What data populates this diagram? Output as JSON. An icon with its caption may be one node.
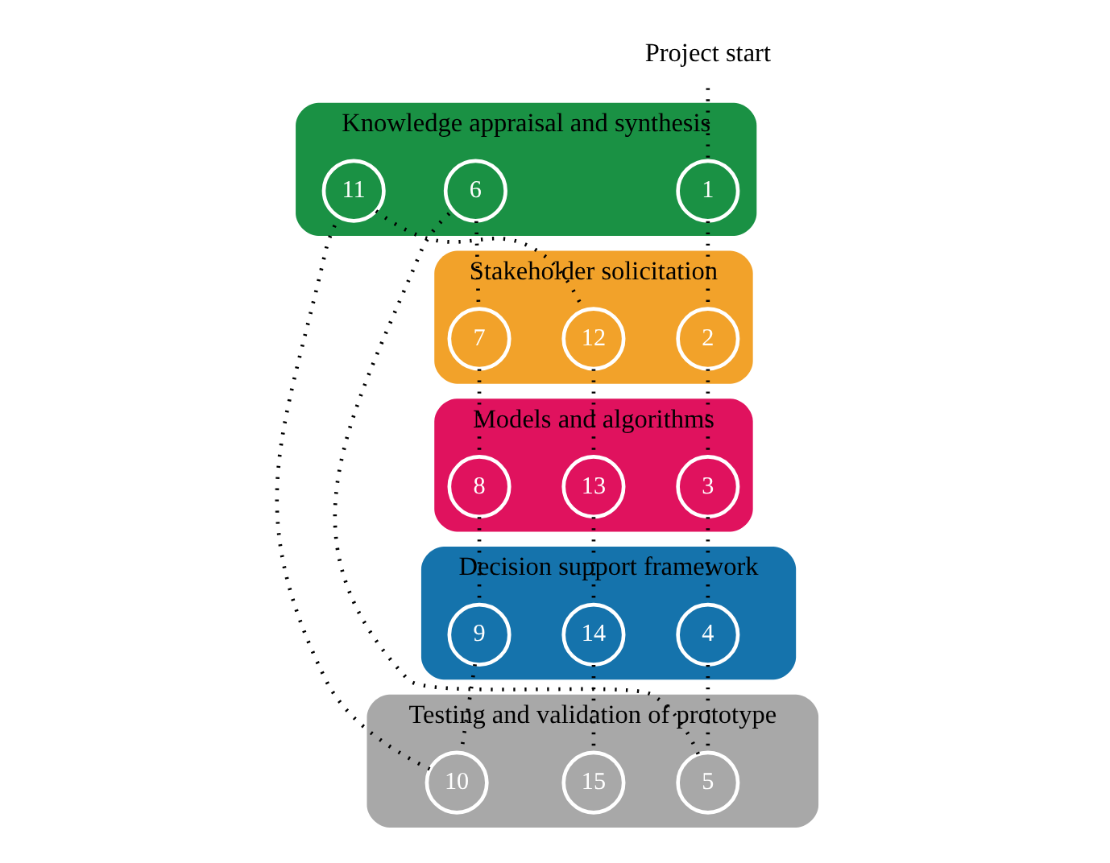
{
  "diagram": {
    "nodes": [
      {
        "text": [
          "Models and algorithms"
        ]
      },
      {
        "text": [
          "13"
        ],
        "in": 0
      },
      {
        "text": [
          "8"
        ],
        "in": 0
      },
      {
        "text": [
          "3"
        ],
        "in": 0
      },
      {
        "text": [
          "Decision support framework"
        ]
      },
      {
        "text": [
          "14"
        ],
        "in": 4
      },
      {
        "text": [
          "9"
        ],
        "in": 4
      },
      {
        "text": [
          "4"
        ],
        "in": 4
      },
      {
        "text": [
          "Project start"
        ]
      },
      {
        "text": [
          "Stakeholder solicitation"
        ]
      },
      {
        "text": [
          "2"
        ],
        "in": 9
      },
      {
        "text": [
          "7"
        ],
        "in": 9
      },
      {
        "text": [
          "12"
        ],
        "in": 9
      },
      {
        "text": [
          "Testing and validation of prototype"
        ]
      },
      {
        "text": [
          "5"
        ],
        "in": 13
      },
      {
        "text": [
          "10"
        ],
        "in": 13
      },
      {
        "text": [
          "15"
        ],
        "in": 13
      },
      {
        "text": [
          "Knowledge appraisal and synthesis"
        ]
      },
      {
        "text": [
          "1"
        ],
        "in": 17
      },
      {
        "text": [
          "6"
        ],
        "in": 17
      },
      {
        "text": [
          "11"
        ],
        "in": 17
      }
    ],
    "edges": [
      {
        "from": 8,
        "to": 18,
        "arrow": "none"
      },
      {
        "from": 18,
        "to": 10,
        "arrow": "none"
      },
      {
        "from": 10,
        "to": 3,
        "arrow": "none"
      },
      {
        "from": 3,
        "to": 7,
        "arrow": "none"
      },
      {
        "from": 7,
        "to": 14,
        "arrow": "none"
      },
      {
        "from": 14,
        "to": 19,
        "arrow": "none"
      },
      {
        "from": 19,
        "to": 11,
        "arrow": "none"
      },
      {
        "from": 11,
        "to": 2,
        "arrow": "none"
      },
      {
        "from": 2,
        "to": 6,
        "arrow": "none"
      },
      {
        "from": 6,
        "to": 15,
        "arrow": "none"
      },
      {
        "from": 15,
        "to": 20,
        "arrow": "none"
      },
      {
        "from": 20,
        "to": 12,
        "arrow": "none"
      },
      {
        "from": 12,
        "to": 1,
        "arrow": "none"
      },
      {
        "from": 1,
        "to": 5,
        "arrow": "none"
      },
      {
        "from": 5,
        "to": 16,
        "arrow": "none"
      }
    ]
  }
}
